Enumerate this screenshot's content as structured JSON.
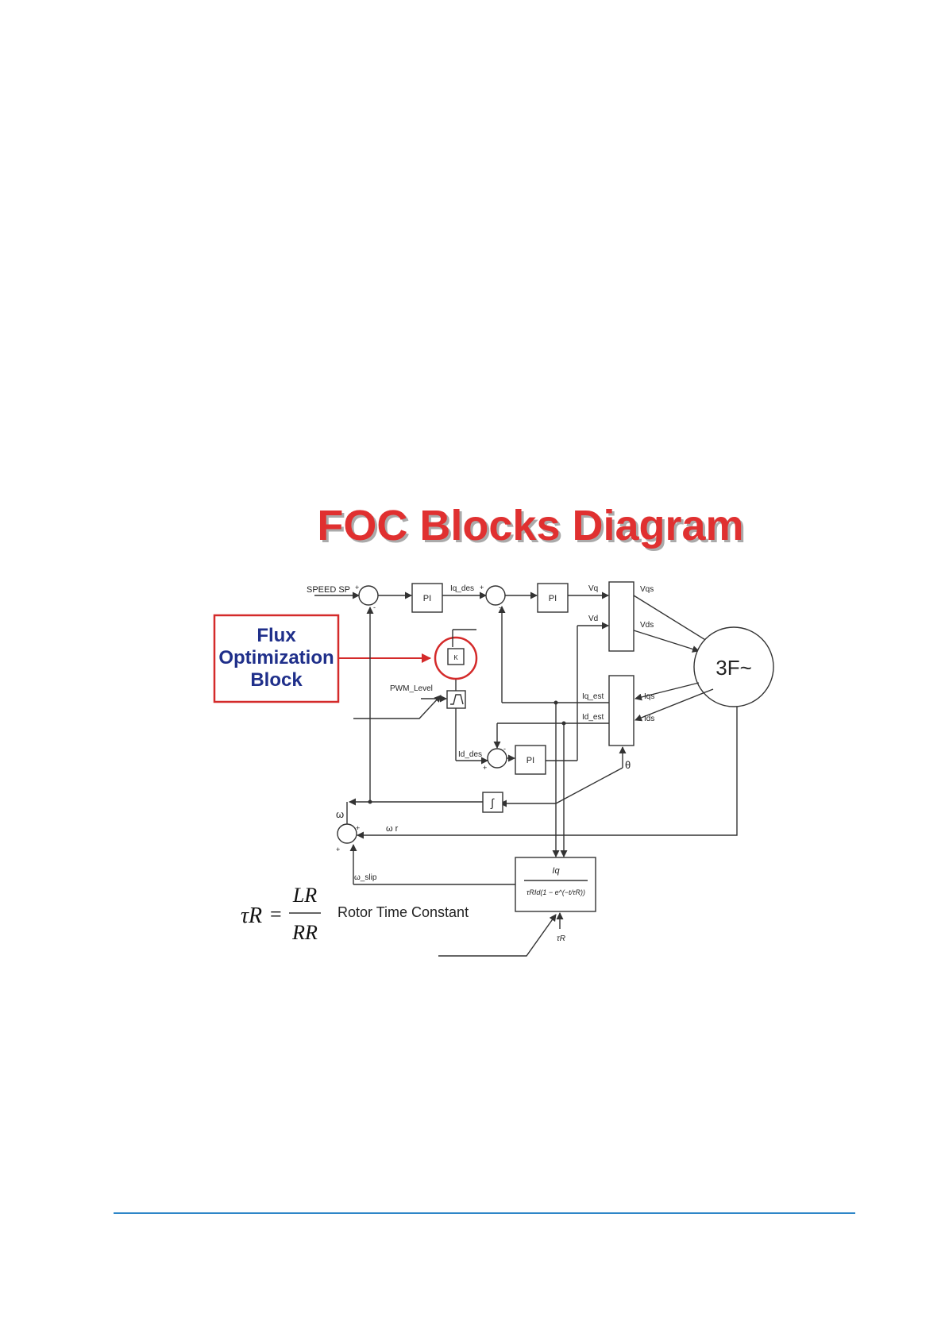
{
  "title": "FOC Blocks Diagram",
  "callout": {
    "line1": "Flux",
    "line2": "Optimization",
    "line3": "Block"
  },
  "labels": {
    "speed_sp": "SPEED SP",
    "pi": "PI",
    "iq_des": "Iq_des",
    "id_des": "Id_des",
    "vq": "Vq",
    "vd": "Vd",
    "vqs": "Vqs",
    "vds": "Vds",
    "iqs": "Iqs",
    "ids": "Ids",
    "iq_est": "Iq_est",
    "id_est": "Id_est",
    "pwm_level": "PWM_Level",
    "k_gain": "K",
    "integrator": "∫",
    "theta": "θ",
    "omega": "ω",
    "omega_r": "ω r",
    "omega_slip": "ω_slip",
    "motor": "3F~",
    "slip_numerator": "Iq",
    "slip_denominator": "τRId(1 − e^(−t/τR))",
    "tau_r_input": "τR"
  },
  "formula": {
    "lhs": "τR",
    "equals": "=",
    "numerator": "LR",
    "denominator": "RR",
    "caption": "Rotor Time Constant"
  },
  "colors": {
    "title": "#e03030",
    "callout_text": "#1f2f8a",
    "highlight": "#d42a2a",
    "footer_line": "#2e86c8"
  }
}
